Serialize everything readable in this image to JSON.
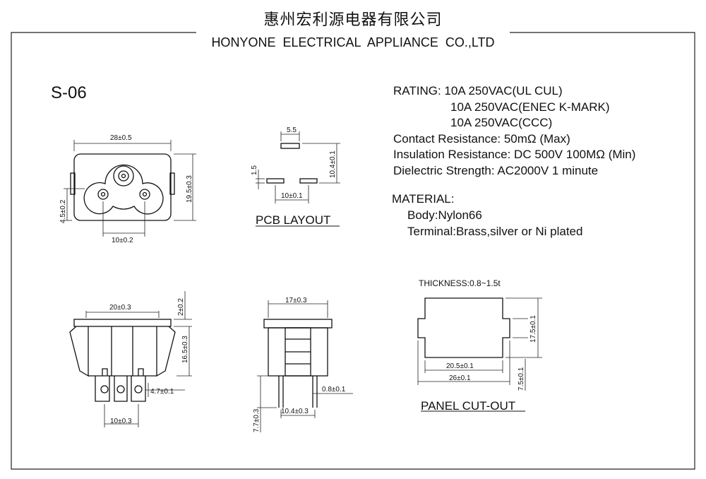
{
  "header": {
    "company_cn": "惠州宏利源电器有限公司",
    "company_en": "HONYONE  ELECTRICAL  APPLIANCE  CO.,LTD"
  },
  "model": "S-06",
  "specs": {
    "rating_label": "RATING:",
    "rating_lines": [
      "10A 250VAC(UL CUL)",
      "10A 250VAC(ENEC K-MARK)",
      "10A 250VAC(CCC)"
    ],
    "contact_resistance": "Contact Resistance: 50mΩ (Max)",
    "insulation_resistance": "Insulation Resistance: DC 500V 100MΩ  (Min)",
    "dielectric_strength": "Dielectric Strength: AC2000V 1 minute"
  },
  "material": {
    "title": "MATERIAL:",
    "body": "Body:Nylon66",
    "terminal": "Terminal:Brass,silver or Ni plated"
  },
  "views": {
    "front": {
      "width": "28±0.5",
      "height": "19.5±0.3",
      "pin_offset": "4.5±0.2",
      "pin_pitch": "10±0.2"
    },
    "pcb": {
      "title": "PCB LAYOUT",
      "pad_width": "5.5",
      "pad_height": "1.5",
      "span": "10.4±0.1",
      "pitch": "10±0.1"
    },
    "side": {
      "width": "20±0.3",
      "flange": "2±0.2",
      "height": "16.5±0.3",
      "tab": "4.7±0.1",
      "pitch": "10±0.3"
    },
    "end": {
      "width": "17±0.3",
      "pin_thickness": "0.8±0.1",
      "pin_span": "10.4±0.3",
      "pin_length": "7.7±0.3"
    },
    "panel": {
      "title": "PANEL CUT-OUT",
      "thickness": "THICKNESS:0.8~1.5t",
      "height": "17.5±0.1",
      "inner_width": "20.5±0.1",
      "outer_width": "26±0.1",
      "notch": "7.5±0.1"
    }
  }
}
